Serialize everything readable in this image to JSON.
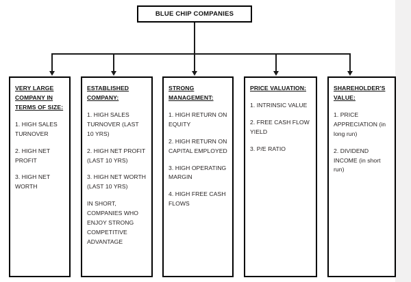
{
  "diagram": {
    "type": "tree",
    "root": {
      "label": "BLUE CHIP COMPANIES"
    },
    "branches": [
      {
        "header": "VERY LARGE COMPANY IN TERMS OF SIZE:",
        "items": [
          "1. HIGH SALES TURNOVER",
          "2. HIGH NET PROFIT",
          "3. HIGH NET WORTH"
        ]
      },
      {
        "header": "ESTABLISHED COMPANY:",
        "items": [
          "1. HIGH SALES TURNOVER (LAST 10 YRS)",
          "2. HIGH NET PROFIT (LAST 10 YRS)",
          "3. HIGH NET WORTH (LAST 10 YRS)",
          "IN SHORT, COMPANIES WHO ENJOY STRONG COMPETITIVE ADVANTAGE"
        ]
      },
      {
        "header": "STRONG MANAGEMENT:",
        "items": [
          "1. HIGH RETURN ON EQUITY",
          "2. HIGH RETURN ON CAPITAL EMPLOYED",
          "3. HIGH OPERATING MARGIN",
          "4. HIGH FREE CASH FLOWS"
        ]
      },
      {
        "header": "PRICE VALUATION:",
        "items": [
          "1. INTRINSIC VALUE",
          "2. FREE CASH FLOW YIELD",
          "3. P/E RATIO"
        ]
      },
      {
        "header": "SHAREHOLDER'S VALUE:",
        "items": [
          "1. PRICE APPRECIATION (in long run)",
          "2. DIVIDEND INCOME (in short run)"
        ]
      }
    ],
    "colors": {
      "box_border": "#000000",
      "connector": "#1a1a1a",
      "text": "#231f1f",
      "background": "#ffffff",
      "page_gutter": "#f2f1f1"
    }
  }
}
